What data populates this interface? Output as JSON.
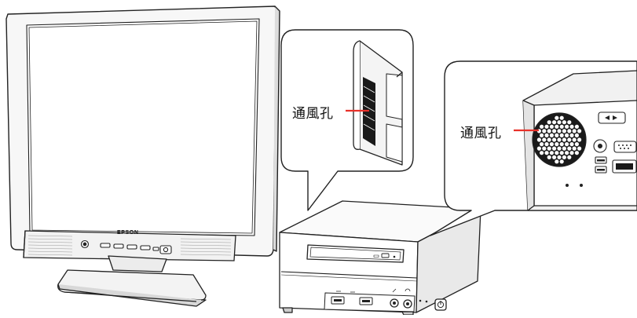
{
  "monitor": {
    "brand": "EPSON"
  },
  "callouts": {
    "side": {
      "label": "通風孔"
    },
    "rear": {
      "label": "通風孔"
    }
  },
  "colors": {
    "leader_line": "#e8312a",
    "outline": "#222222",
    "vent_dark": "#1a1a1a",
    "panel_gray": "#e6e6e6",
    "bezel": "#f4f4f4"
  }
}
